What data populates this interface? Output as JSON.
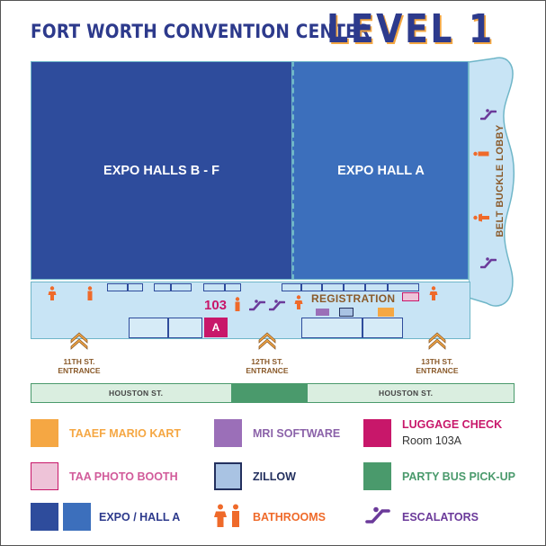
{
  "header": {
    "venue": "FORT WORTH CONVENTION CENTER",
    "level": "LEVEL 1"
  },
  "map": {
    "halls": [
      {
        "id": "halls-b-f",
        "label": "EXPO HALLS B - F"
      },
      {
        "id": "hall-a",
        "label": "EXPO HALL A"
      }
    ],
    "lobby": "BELT BUCKLE LOBBY",
    "registration": "REGISTRATION",
    "room_number": "103",
    "room_letter": "A",
    "entrances": [
      {
        "name": "11TH ST.",
        "type": "ENTRANCE"
      },
      {
        "name": "12TH ST.",
        "type": "ENTRANCE"
      },
      {
        "name": "13TH ST.",
        "type": "ENTRANCE"
      }
    ],
    "streets": {
      "west": "HOUSTON ST.",
      "east": "HOUSTON ST."
    }
  },
  "legend": [
    {
      "id": "taaef-mario-kart",
      "label": "TAAEF MARIO KART",
      "color": "#f5a743",
      "text_color": "#f5a743"
    },
    {
      "id": "mri-software",
      "label": "MRI SOFTWARE",
      "color": "#9b6fb8",
      "text_color": "#8b62a9"
    },
    {
      "id": "luggage-check",
      "label": "LUGGAGE CHECK",
      "sub": "Room 103A",
      "color": "#c8176a",
      "text_color": "#c8176a"
    },
    {
      "id": "taa-photo-booth",
      "label": "TAA PHOTO BOOTH",
      "color": "#eec3d8",
      "text_color": "#d15b9a"
    },
    {
      "id": "zillow",
      "label": "ZILLOW",
      "color": "#a9c3e3",
      "text_color": "#23305e"
    },
    {
      "id": "party-bus-pickup",
      "label": "PARTY BUS PICK-UP",
      "color": "#4a9a6c",
      "text_color": "#4a9a6c"
    },
    {
      "id": "expo-hall-a",
      "label": "EXPO / HALL A",
      "color": "#2e4c9c",
      "color2": "#3c6fbc",
      "text_color": "#2d3a8c"
    },
    {
      "id": "bathrooms",
      "label": "BATHROOMS",
      "icon": "restroom-icon",
      "color": "#ef6a2a",
      "text_color": "#ef6a2a"
    },
    {
      "id": "escalators",
      "label": "ESCALATORS",
      "icon": "escalator-icon",
      "color": "#6b3a9a",
      "text_color": "#6b3a9a"
    }
  ]
}
